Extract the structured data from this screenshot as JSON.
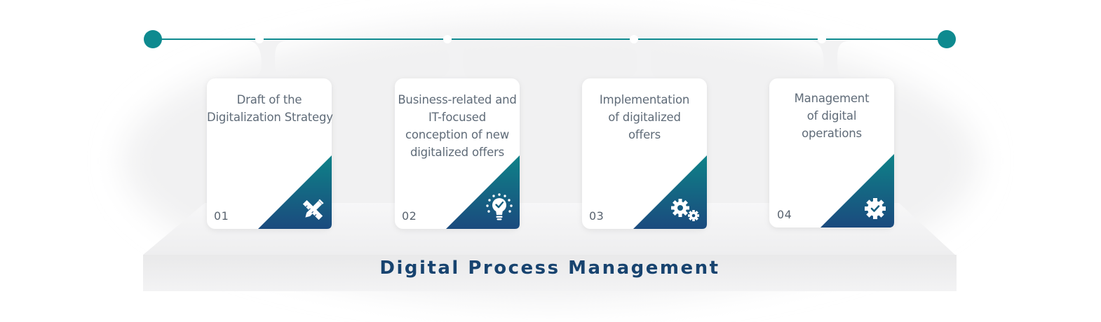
{
  "title": "Digital Process Management",
  "colors": {
    "accent": "#0e8a8f",
    "gradient_top": "#0e8288",
    "gradient_bottom": "#1b4a7e",
    "title": "#17436f",
    "text": "#5f6b78"
  },
  "steps": [
    {
      "number": "01",
      "lines": [
        "Draft of the",
        "Digitalization Strategy"
      ],
      "icon": "pencil-ruler-icon"
    },
    {
      "number": "02",
      "lines": [
        "Business-related and",
        "IT-focused",
        "conception of new",
        "digitalized offers"
      ],
      "icon": "lightbulb-check-icon"
    },
    {
      "number": "03",
      "lines": [
        "Implementation",
        "of digitalized",
        "offers"
      ],
      "icon": "gears-icon"
    },
    {
      "number": "04",
      "lines": [
        "Management",
        "of digital",
        "operations"
      ],
      "icon": "gear-check-icon"
    }
  ]
}
